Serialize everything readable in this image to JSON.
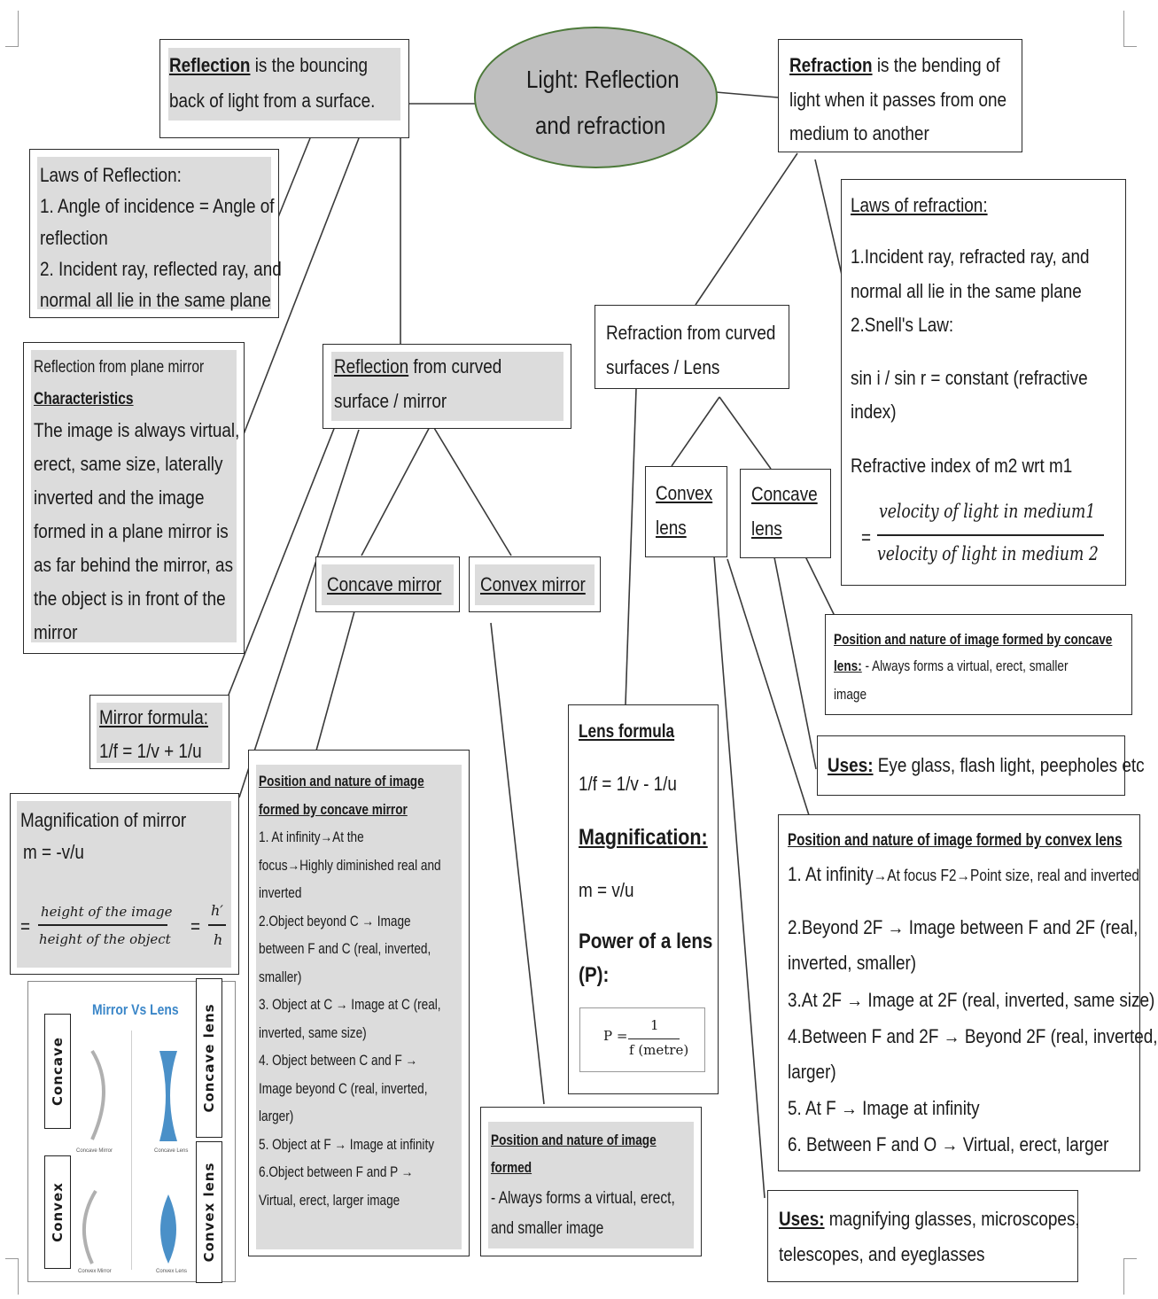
{
  "center": {
    "line1": "Light: Reflection",
    "line2": "and refraction"
  },
  "reflection": {
    "term": "Reflection",
    "rest1": " is the bouncing",
    "line2": "back of light from a surface."
  },
  "refraction": {
    "term": "Refraction",
    "rest1": " is the bending of",
    "line2": "light when it passes from one",
    "line3": "medium to another"
  },
  "laws_reflection": {
    "title": "Laws of Reflection:",
    "lines": [
      "1. Angle of incidence = Angle of",
      "reflection",
      "2. Incident ray, reflected ray, and",
      "normal all lie in the same plane"
    ]
  },
  "plane_mirror": {
    "title": "Reflection from plane mirror",
    "subtitle": "Characteristics",
    "lines": [
      "The image is always virtual,",
      "erect, same size, laterally",
      "inverted and the image",
      "formed in a plane mirror is",
      "as far behind the mirror, as",
      "the object is in front of the",
      "mirror"
    ]
  },
  "curved_mirror": {
    "line1_u": "Reflection",
    "line1_rest": " from curved",
    "line2": "surface / mirror"
  },
  "concave_mirror": {
    "label": "Concave mirror"
  },
  "convex_mirror": {
    "label": "Convex mirror"
  },
  "mirror_formula": {
    "title": "Mirror formula:",
    "formula": "1/f = 1/v + 1/u"
  },
  "magnification_mirror": {
    "title": "Magnification of mirror",
    "formula": "m = -v/u",
    "eq": "=",
    "num": "height of the image",
    "den": "height of the object",
    "eq2": "=",
    "num2": "h′",
    "den2": "h"
  },
  "concave_mirror_image": {
    "title1": "Position and nature of image",
    "title2": "formed by concave mirror",
    "lines": [
      "1. At infinity→At the",
      "focus→Highly diminished real and",
      "inverted",
      "2.Object beyond C → Image",
      "between F and C (real, inverted,",
      "smaller)",
      "3. Object at C → Image at C (real,",
      "inverted, same size)",
      "4. Object between C and F →",
      "Image beyond C (real, inverted,",
      "larger)",
      "5. Object at F → Image at infinity",
      "6.Object between F and P →",
      "Virtual, erect, larger image"
    ]
  },
  "convex_mirror_image": {
    "title1": "Position and nature of image",
    "title2": "formed",
    "lines": [
      "- Always forms a virtual, erect,",
      "and smaller image"
    ]
  },
  "mirror_vs_lens": {
    "title": "Mirror Vs Lens",
    "left_top": "Concave",
    "left_bottom": "Convex",
    "right_top": "Concave lens",
    "right_bottom": "Convex lens",
    "caption1": "Concave Mirror",
    "caption2": "Concave Lens",
    "caption3": "Convex Mirror",
    "caption4": "Convex Lens",
    "mirror_color": "#b0b0b0",
    "lens_color": "#4a90c8",
    "title_color": "#3a86c8"
  },
  "curved_lens": {
    "line1": "Refraction from curved",
    "line2": "surfaces / Lens"
  },
  "convex_lens": {
    "line1": "Convex",
    "line2": "lens"
  },
  "concave_lens": {
    "line1": "Concave",
    "line2": "lens"
  },
  "laws_refraction": {
    "title": "Laws of refraction:",
    "lines": [
      "1.Incident ray, refracted ray, and",
      "normal all lie in the same plane",
      "2.Snell's Law:"
    ],
    "snell": [
      "sin i / sin r = constant (refractive",
      "index)"
    ],
    "ri": "Refractive index of m2 wrt m1",
    "eq": "=",
    "num": "velocity of light in medium1",
    "den": "velocity of light in medium 2"
  },
  "concave_lens_image": {
    "title": "Position and nature of image formed by concave",
    "title2": "lens:",
    "rest": " - Always forms a virtual, erect, smaller",
    "line3": "image"
  },
  "concave_lens_uses": {
    "label": "Uses:",
    "text": " Eye glass, flash light, peepholes etc"
  },
  "lens_formula": {
    "title": "Lens formula",
    "formula": "1/f = 1/v - 1/u",
    "mag_title": "Magnification:",
    "mag": "m = v/u",
    "power_title1": "Power of a lens",
    "power_title2": "(P):",
    "p_lhs": "P =",
    "p_num": "1",
    "p_den": "f (metre)"
  },
  "convex_lens_image": {
    "title": "Position and nature of image formed by convex lens",
    "line1a": "1. At infinity",
    "line1b": "→At focus F2→Point size, real and inverted",
    "lines": [
      "2.Beyond 2F → Image between F and 2F (real,",
      "inverted, smaller)",
      "3.At 2F → Image at 2F (real, inverted, same size)",
      "4.Between F and 2F → Beyond 2F (real, inverted,",
      "larger)",
      "5. At F → Image at infinity",
      "6. Between F and O → Virtual, erect, larger"
    ]
  },
  "convex_lens_uses": {
    "label": "Uses:",
    "text": " magnifying glasses, microscopes,",
    "line2": "telescopes, and eyeglasses"
  }
}
